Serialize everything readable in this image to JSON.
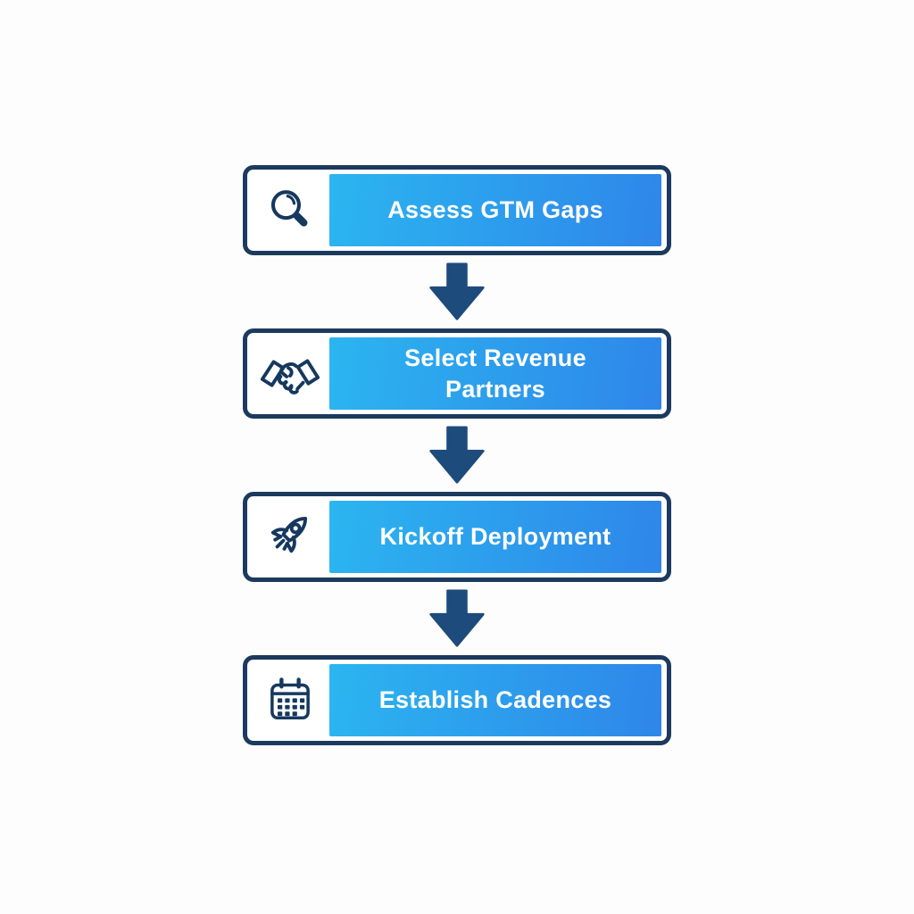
{
  "diagram": {
    "type": "flowchart",
    "direction": "top-to-bottom",
    "connector": "down-arrow",
    "steps": [
      {
        "label": "Assess GTM Gaps",
        "icon": "magnifier-icon"
      },
      {
        "label": "Select Revenue Partners",
        "icon": "handshake-icon"
      },
      {
        "label": "Kickoff Deployment",
        "icon": "rocket-icon"
      },
      {
        "label": "Establish Cadences",
        "icon": "calendar-icon"
      }
    ]
  },
  "colors": {
    "outline-navy": "#1c3a5e",
    "arrow-navy": "#1d4b7c",
    "icon-navy": "#16385f",
    "bar-gradient-start": "#2bb5f0",
    "bar-gradient-end": "#2e86e9",
    "step-text": "#ffffff",
    "background": "#fdfdfd"
  }
}
